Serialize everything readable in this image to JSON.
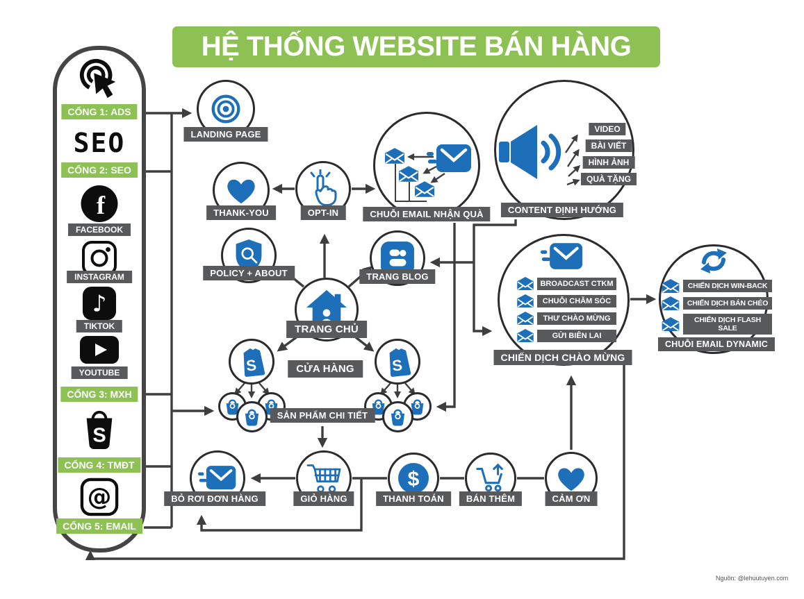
{
  "title": "HỆ THỐNG WEBSITE BÁN HÀNG",
  "source_credit": "Nguồn: @lehuutuyen.com",
  "sidebar": {
    "seo_text": "SEO",
    "gates": [
      {
        "label": "CỔNG 1: ADS"
      },
      {
        "label": "CỔNG 2: SEO"
      },
      {
        "label": "CỔNG 3: MXH"
      },
      {
        "label": "CỔNG 4: TMĐT"
      },
      {
        "label": "CỔNG 5: EMAIL"
      }
    ],
    "channels": [
      {
        "label": "FACEBOOK"
      },
      {
        "label": "INSTAGRAM"
      },
      {
        "label": "TIKTOK"
      },
      {
        "label": "YOUTUBE"
      }
    ]
  },
  "nodes": {
    "landing_page": "LANDING PAGE",
    "thank_you": "THANK-YOU",
    "opt_in": "OPT-IN",
    "email_gift": "CHUỖI EMAIL NHẬN QUÀ",
    "content": "CONTENT ĐỊNH HƯỚNG",
    "policy": "POLICY + ABOUT",
    "blog": "TRANG BLOG",
    "home": "TRANG CHỦ",
    "store": "CỬA HÀNG",
    "product_detail": "SẢN PHẨM CHI TIẾT",
    "abandoned": "BỎ RƠI ĐƠN HÀNG",
    "cart": "GIỎ HÀNG",
    "checkout": "THANH TOÁN",
    "upsell": "BÁN THÊM",
    "thanks": "CẢM ƠN",
    "welcome_campaign": "CHIẾN DỊCH CHÀO MỪNG",
    "dynamic_email": "CHUỖI EMAIL DYNAMIC"
  },
  "content_items": [
    {
      "label": "VIDEO"
    },
    {
      "label": "BÀI VIẾT"
    },
    {
      "label": "HÌNH ẢNH"
    },
    {
      "label": "QUÀ TẶNG"
    }
  ],
  "welcome_items": [
    {
      "label": "BROADCAST CTKM"
    },
    {
      "label": "CHUỖI CHĂM SÓC"
    },
    {
      "label": "THƯ CHÀO MỪNG"
    },
    {
      "label": "GỬI BIÊN LAI"
    }
  ],
  "dynamic_items": [
    {
      "label": "CHIẾN DỊCH WIN-BACK"
    },
    {
      "label": "CHIẾN DỊCH BÁN CHÉO"
    },
    {
      "label": "CHIẾN DỊCH FLASH SALE"
    }
  ],
  "glyphs": {
    "facebook": "f",
    "tiktok": "♪",
    "shopee": "S",
    "shopify": "S",
    "at": "@",
    "dollar": "$"
  },
  "colors": {
    "accent_green": "#8dc153",
    "icon_blue": "#1c6fb8",
    "label_gray": "#58595b",
    "line_dark": "#3e3e40"
  }
}
